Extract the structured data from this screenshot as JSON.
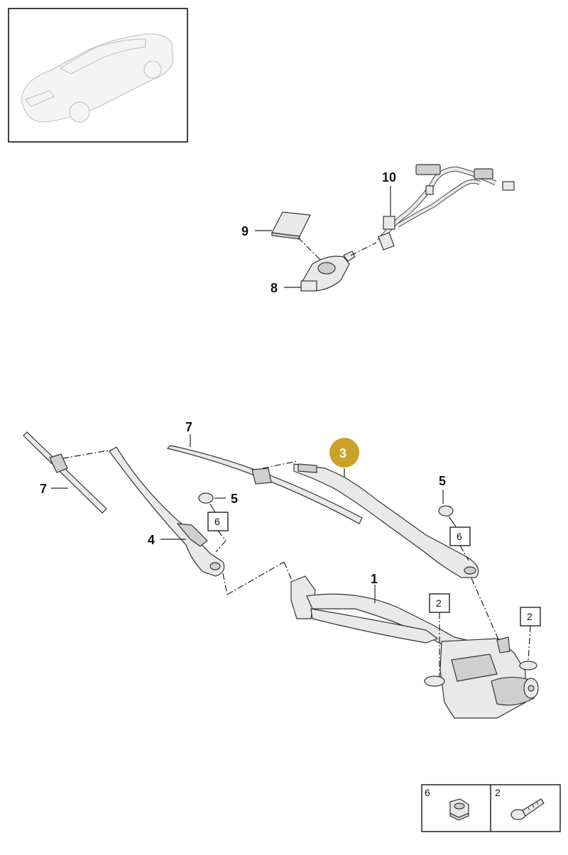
{
  "callouts": {
    "c1": "1",
    "c2a": "2",
    "c2b": "2",
    "c3": "3",
    "c4": "4",
    "c5a": "5",
    "c5b": "5",
    "c6a": "6",
    "c6b": "6",
    "c7a": "7",
    "c7b": "7",
    "c8": "8",
    "c9": "9",
    "c10": "10"
  },
  "legend": {
    "items": [
      {
        "label": "6",
        "icon": "hex-nut-icon"
      },
      {
        "label": "2",
        "icon": "screw-icon"
      }
    ]
  },
  "colors": {
    "highlight": "#c9a227",
    "line": "#222222",
    "part_fill": "#e9e9e9"
  }
}
